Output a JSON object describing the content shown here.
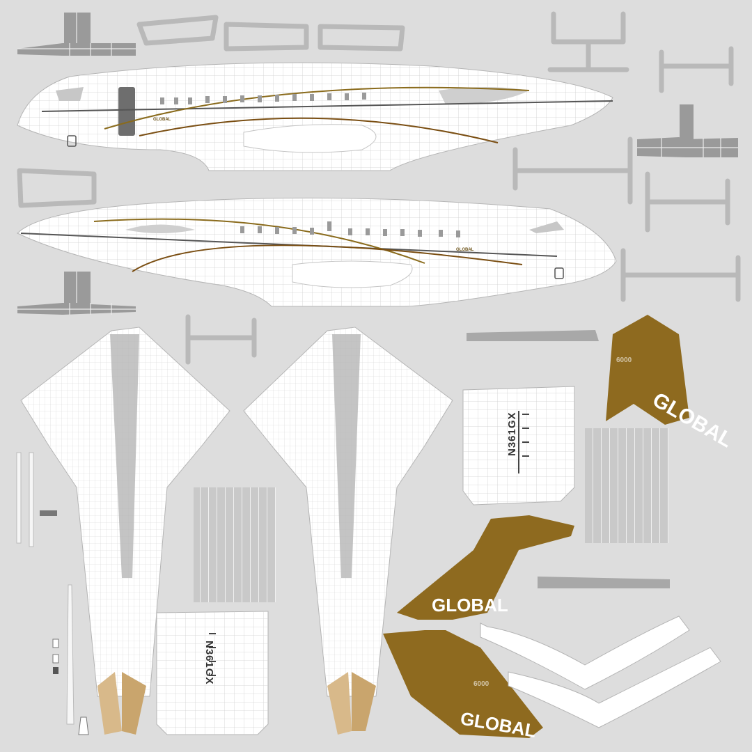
{
  "sheet": {
    "background": "#dddddd",
    "wireframe_color": "#ffffff",
    "livery_color": "#8e6a1f",
    "stripe_dark_color": "#555555"
  },
  "fuselage": {
    "brand_small": "GLOBAL"
  },
  "nacelles": {
    "registration": "N361GX"
  },
  "tails": {
    "brand": "GLOBAL",
    "model": "6000"
  },
  "icons": [
    "fuselage-left",
    "fuselage-right",
    "wing-left",
    "wing-right",
    "tail-fin",
    "engine-nacelle",
    "stabilizer"
  ]
}
